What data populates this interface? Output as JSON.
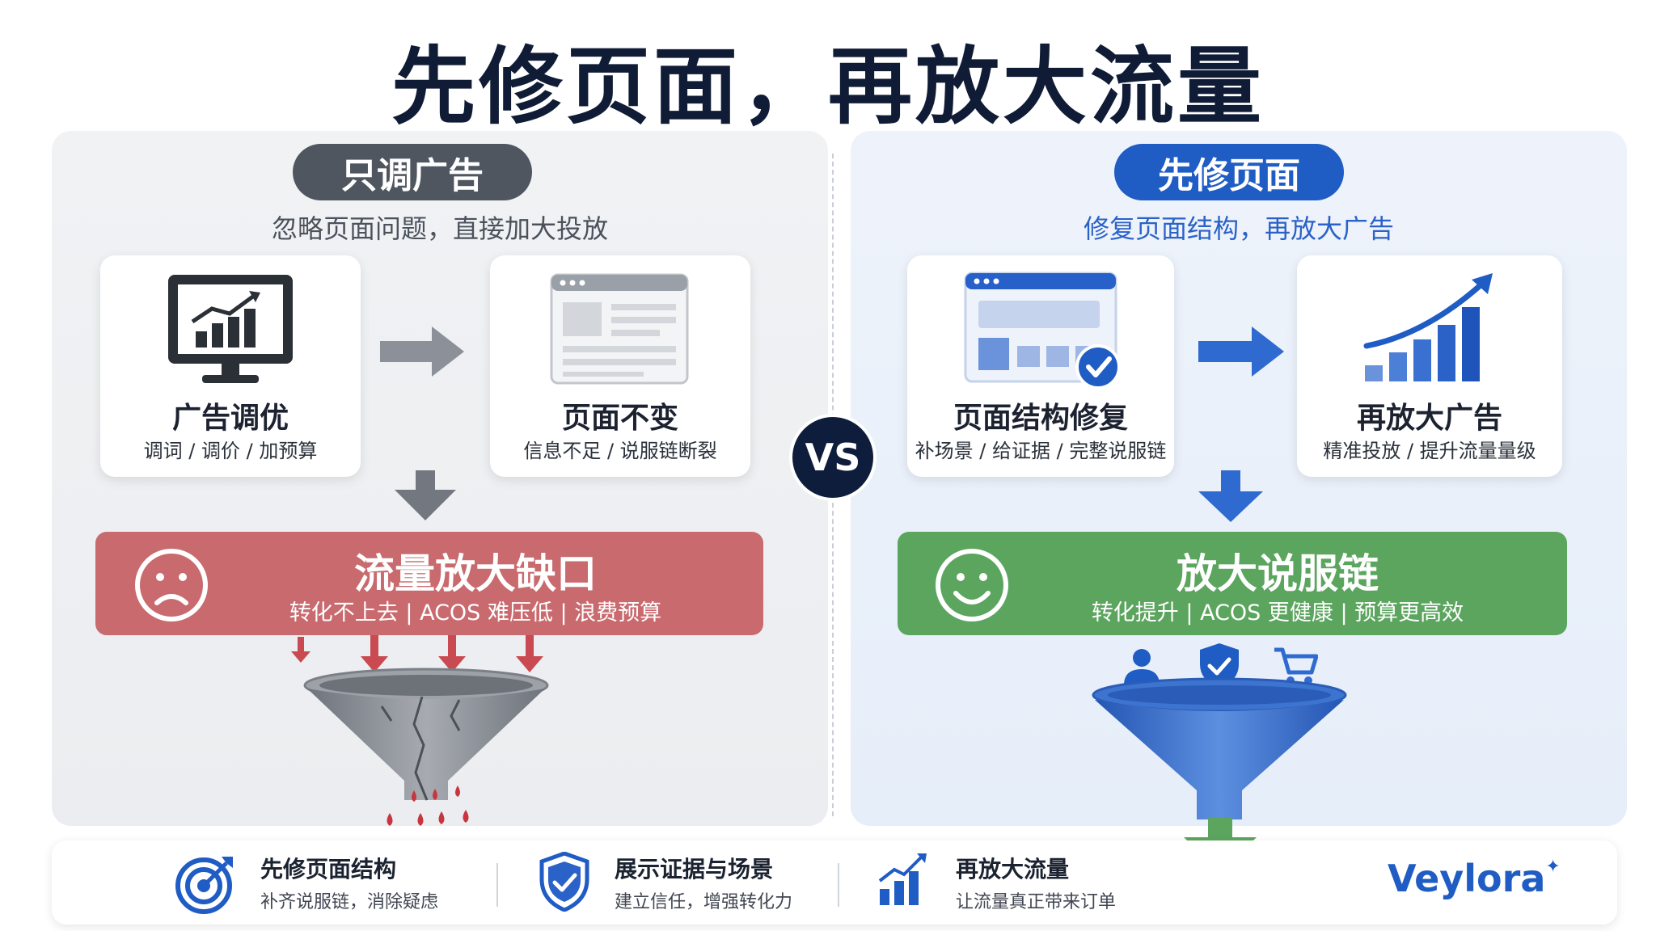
{
  "title": "先修页面，再放大流量",
  "left": {
    "pill": "只调广告",
    "subtitle": "忽略页面问题，直接加大投放",
    "card1": {
      "title": "广告调优",
      "desc": "调词 / 调价 / 加预算",
      "icon": "monitor-chart-icon"
    },
    "card2": {
      "title": "页面不变",
      "desc": "信息不足 / 说服链断裂",
      "icon": "browser-page-icon"
    },
    "banner": {
      "title": "流量放大缺口",
      "desc": "转化不上去 | ACOS 难压低 | 浪费预算",
      "icon": "sad-face-icon"
    },
    "colors": {
      "pill": "#4f5660",
      "banner": "#c96a6e",
      "funnel": "#8a8f97",
      "drops": "#c83c44"
    }
  },
  "vs": "VS",
  "right": {
    "pill": "先修页面",
    "subtitle": "修复页面结构，再放大广告",
    "card1": {
      "title": "页面结构修复",
      "desc": "补场景 / 给证据 / 完整说服链",
      "icon": "page-check-icon"
    },
    "card2": {
      "title": "再放大广告",
      "desc": "精准投放 / 提升流量量级",
      "icon": "growth-chart-icon"
    },
    "banner": {
      "title": "放大说服链",
      "desc": "转化提升 | ACOS 更健康 | 预算更高效",
      "icon": "smile-face-icon"
    },
    "colors": {
      "pill": "#1f5cc4",
      "banner": "#5ca55e",
      "funnel": "#3d74d0",
      "arrow": "#5ca55e"
    }
  },
  "features": [
    {
      "title": "先修页面结构",
      "desc": "补齐说服链，消除疑虑",
      "icon": "target-icon"
    },
    {
      "title": "展示证据与场景",
      "desc": "建立信任，增强转化力",
      "icon": "shield-check-icon"
    },
    {
      "title": "再放大流量",
      "desc": "让流量真正带来订单",
      "icon": "bar-chart-icon"
    }
  ],
  "brand": "Veylora"
}
